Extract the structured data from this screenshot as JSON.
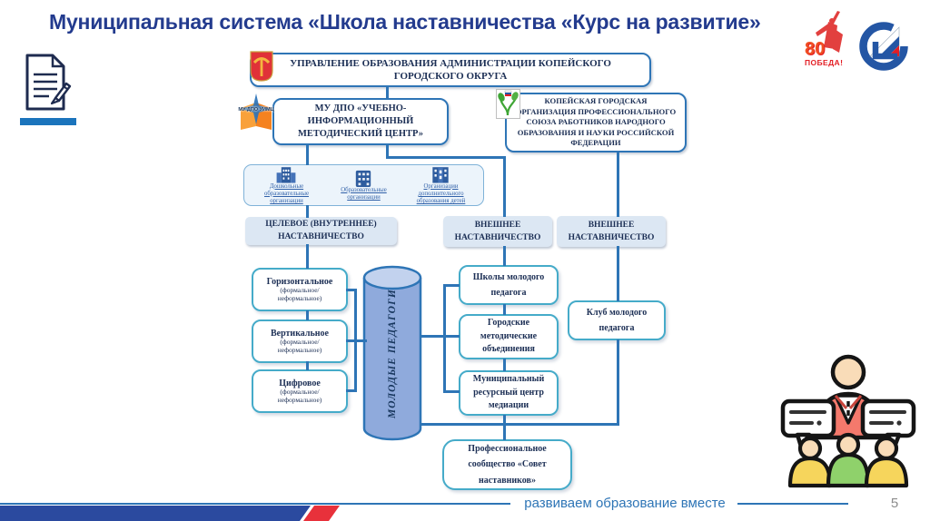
{
  "slide": {
    "title": "Муниципальная система «Школа наставничества «Курс на развитие»",
    "footer_slogan": "развиваем образование вместе",
    "page_number": "5"
  },
  "logos": {
    "victory_number": "80",
    "victory_word": "ПОБЕДА!",
    "mu_dpo_badge": "МУ ДПО УИМЦ"
  },
  "diagram": {
    "management": "УПРАВЛЕНИЕ ОБРАЗОВАНИЯ АДМИНИСТРАЦИИ КОПЕЙСКОГО ГОРОДСКОГО ОКРУГА",
    "methodical_center": "МУ ДПО «УЧЕБНО-ИНФОРМАЦИОННЫЙ МЕТОДИЧЕСКИЙ ЦЕНТР»",
    "trade_union": "КОПЕЙСКАЯ ГОРОДСКАЯ ОРГАНИЗАЦИЯ ПРОФЕССИОНАЛЬНОГО СОЮЗА РАБОТНИКОВ НАРОДНОГО ОБРАЗОВАНИЯ И НАУКИ РОССИЙСКОЙ ФЕДЕРАЦИИ",
    "org_types": [
      {
        "label": "Дошкольные образовательные организации"
      },
      {
        "label": "Образовательные организации"
      },
      {
        "label": "Организации дополнительного образования детей"
      }
    ],
    "branch_headers": [
      {
        "label": "ЦЕЛЕВОЕ (ВНУТРЕННЕЕ) НАСТАВНИЧЕСТВО"
      },
      {
        "label": "ВНЕШНЕЕ НАСТАВНИЧЕСТВО"
      },
      {
        "label": "ВНЕШНЕЕ НАСТАВНИЧЕСТВО"
      }
    ],
    "internal_forms": [
      {
        "title": "Горизонтальное",
        "note": "(формальное/неформальное)"
      },
      {
        "title": "Вертикальное",
        "note": "(формальное/неформальное)"
      },
      {
        "title": "Цифровое",
        "note": "(формальное/неформальное)"
      }
    ],
    "cylinder_label": "МОЛОДЫЕ ПЕДАГОГИ",
    "external_city": [
      {
        "label": "Школы молодого педагога"
      },
      {
        "label": "Городские методические объединения"
      },
      {
        "label": "Муниципальный ресурсный центр медиации"
      }
    ],
    "external_union": "Клуб молодого педагога",
    "community": "Профессиональное сообщество «Совет наставников»"
  },
  "colors": {
    "title_blue": "#233B8E",
    "connector_blue": "#2E75B6",
    "cyan_border": "#45ABC9",
    "header_fill": "#DCE7F3",
    "footer_bar_blue": "#2B4A9F",
    "footer_bar_red": "#E8313B"
  }
}
